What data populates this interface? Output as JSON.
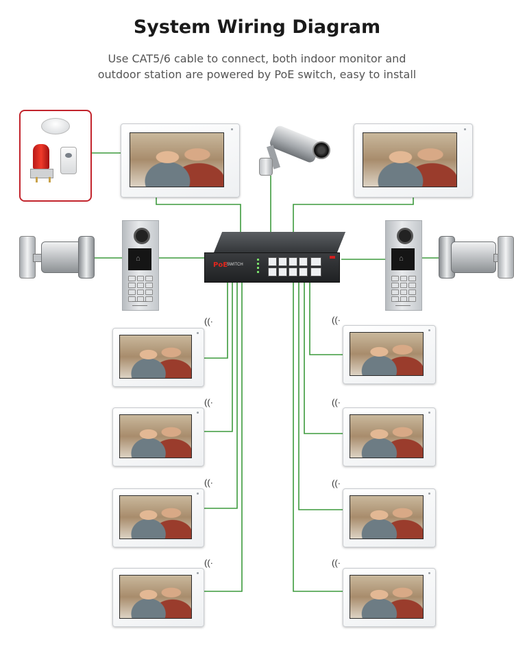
{
  "header": {
    "title": "System Wiring Diagram",
    "subtitle_line1": "Use CAT5/6 cable to connect, both indoor monitor and",
    "subtitle_line2": "outdoor station are powered by PoE switch, easy to install"
  },
  "poe_switch": {
    "brand_label": "PoE",
    "model_label": "SWITCH",
    "port_count": 8,
    "uplink_port_count": 2
  },
  "devices": {
    "top_monitors": 2,
    "wired_indoor_monitors": 8,
    "outdoor_stations": 2,
    "electric_locks": 2,
    "alarm_sensors": [
      "smoke-detector",
      "siren",
      "pir-sensor"
    ],
    "cctv_camera": 1
  },
  "colors": {
    "wire": "#3c9a3c",
    "alarm_border": "#c2242c",
    "switch_body": "#2b2d30"
  },
  "icons": {
    "wifi": "wifi-icon",
    "wifi_glyph": "((·"
  }
}
